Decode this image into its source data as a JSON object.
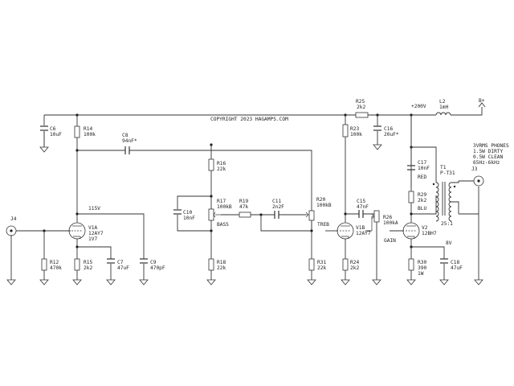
{
  "copyright": "COPYRIGHT 2023 HAGAMPS.COM",
  "colors": {
    "wire": "#333333",
    "text": "#222222",
    "background": "#ffffff"
  },
  "rails": {
    "b_plus": "B+",
    "v200": "+200V",
    "v115": "115V",
    "v8": "8V"
  },
  "connectors": {
    "j4": {
      "ref": "J4"
    },
    "j3": {
      "ref": "J3",
      "lines": [
        "3VRMS PHONES",
        "1.5W DIRTY",
        "0.5W CLEAN",
        "65Hz-6kHz"
      ]
    }
  },
  "resistors": {
    "r25": {
      "ref": "R25",
      "value": "2k2"
    },
    "r14": {
      "ref": "R14",
      "value": "100k"
    },
    "r23": {
      "ref": "R23",
      "value": "100k"
    },
    "r16": {
      "ref": "R16",
      "value": "22k"
    },
    "r19": {
      "ref": "R19",
      "value": "47k"
    },
    "r29": {
      "ref": "R29",
      "value": "2k2"
    },
    "r12": {
      "ref": "R12",
      "value": "470k"
    },
    "r15": {
      "ref": "R15",
      "value": "2k2"
    },
    "r18": {
      "ref": "R18",
      "value": "22k"
    },
    "r31": {
      "ref": "R31",
      "value": "22k"
    },
    "r24": {
      "ref": "R24",
      "value": "2k2"
    },
    "r30": {
      "ref": "R30",
      "value": "390",
      "extra": "1W"
    }
  },
  "pots": {
    "r17": {
      "ref": "R17",
      "value": "100kB",
      "name": "BASS"
    },
    "r20": {
      "ref": "R20",
      "value": "100kB",
      "name": "TREB"
    },
    "r26": {
      "ref": "R26",
      "value": "100kA",
      "name": "GAIN"
    }
  },
  "capacitors": {
    "c6": {
      "ref": "C6",
      "value": "10uF"
    },
    "c8": {
      "ref": "C8",
      "value": "94nF*"
    },
    "c16": {
      "ref": "C16",
      "value": "20uF*"
    },
    "c17": {
      "ref": "C17",
      "value": "10nF"
    },
    "c10": {
      "ref": "C10",
      "value": "10nF"
    },
    "c11": {
      "ref": "C11",
      "value": "2n2F"
    },
    "c15": {
      "ref": "C15",
      "value": "47nF"
    },
    "c7": {
      "ref": "C7",
      "value": "47uF"
    },
    "c9": {
      "ref": "C9",
      "value": "470pF"
    },
    "c18": {
      "ref": "C18",
      "value": "47uF"
    }
  },
  "inductor": {
    "ref": "L2",
    "value": "1mH"
  },
  "transformer": {
    "ref": "T1",
    "part": "P-T31",
    "ratio": "25:1",
    "wire_primary_top": "RED",
    "wire_primary_bottom": "BLU"
  },
  "tubes": {
    "v1a": {
      "ref": "V1A",
      "part": "12AY7",
      "volts": "1V7"
    },
    "v1b": {
      "ref": "V1B",
      "part": "12AY7"
    },
    "v2": {
      "ref": "V2",
      "part": "12BH7"
    }
  }
}
